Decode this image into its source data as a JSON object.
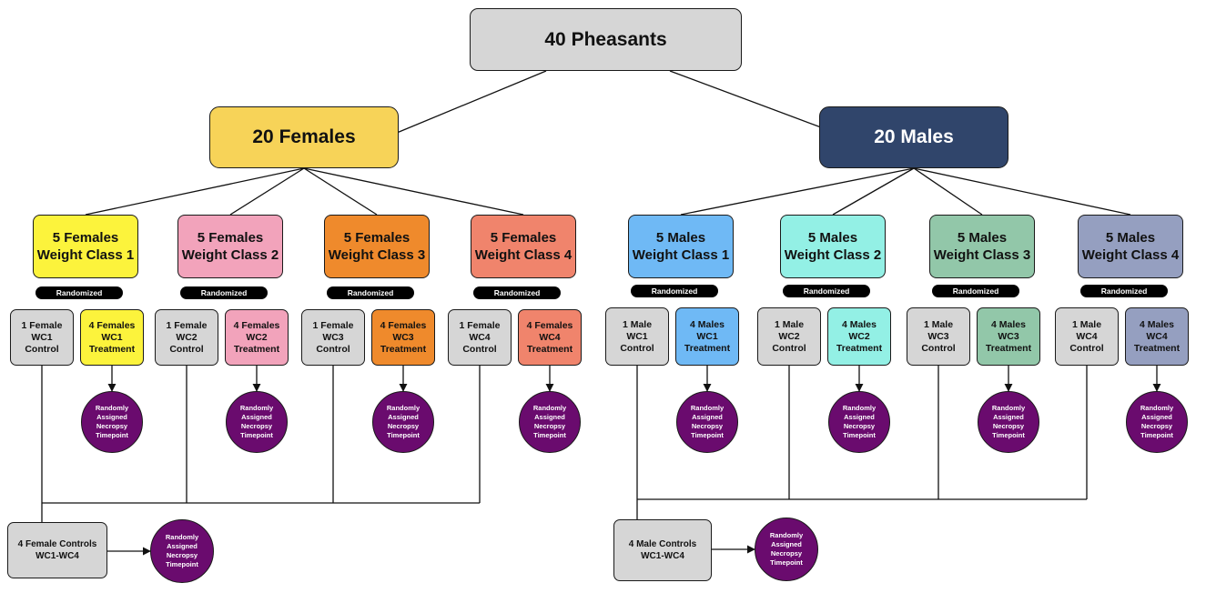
{
  "root": {
    "label": "40 Pheasants",
    "color": "#d6d6d6"
  },
  "sexes": [
    {
      "key": "female",
      "label": "20 Females",
      "color": "#f7d358",
      "text_color": "#111111",
      "classes": [
        {
          "label": "5 Females\nWeight Class 1",
          "color": "#fcf33c",
          "control": "1 Female\nWC1\nControl",
          "treatment": "4 Females\nWC1\nTreatment"
        },
        {
          "label": "5 Females\nWeight Class 2",
          "color": "#f2a3bb",
          "control": "1 Female\nWC2\nControl",
          "treatment": "4 Females\nWC2\nTreatment"
        },
        {
          "label": "5 Females\nWeight Class 3",
          "color": "#ef8a2c",
          "control": "1 Female\nWC3\nControl",
          "treatment": "4 Females\nWC3\nTreatment"
        },
        {
          "label": "5 Females\nWeight Class 4",
          "color": "#f0846c",
          "control": "1 Female\nWC4\nControl",
          "treatment": "4 Females\nWC4\nTreatment"
        }
      ],
      "pool": "4 Female Controls\nWC1-WC4"
    },
    {
      "key": "male",
      "label": "20 Males",
      "color": "#30456b",
      "text_color": "#ffffff",
      "classes": [
        {
          "label": "5 Males\nWeight Class 1",
          "color": "#6fb9f5",
          "control": "1 Male\nWC1\nControl",
          "treatment": "4 Males\nWC1\nTreatment"
        },
        {
          "label": "5 Males\nWeight Class 2",
          "color": "#93f0e5",
          "control": "1 Male\nWC2\nControl",
          "treatment": "4 Males\nWC2\nTreatment"
        },
        {
          "label": "5 Males\nWeight Class 3",
          "color": "#92c7a9",
          "control": "1 Male\nWC3\nControl",
          "treatment": "4 Males\nWC3\nTreatment"
        },
        {
          "label": "5 Males\nWeight Class 4",
          "color": "#959fc0",
          "control": "1 Male\nWC4\nControl",
          "treatment": "4 Males\nWC4\nTreatment"
        }
      ],
      "pool": "4 Male Controls\nWC1-WC4"
    }
  ],
  "randomized_label": "Randomized",
  "necropsy_label": "Randomly\nAssigned\nNecropsy\nTimepoint",
  "control_color": "#d6d6d6",
  "necropsy_color": "#6a0b6e"
}
